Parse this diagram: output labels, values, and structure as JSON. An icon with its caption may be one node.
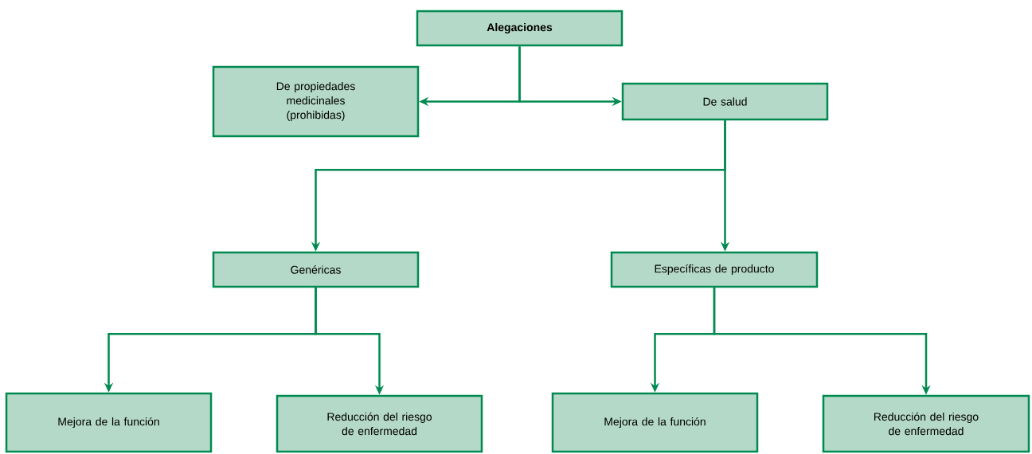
{
  "diagram": {
    "nodes": [
      {
        "text": [
          "Alegaciones"
        ]
      },
      {
        "text": [
          "De propiedades medicinales (prohibidas)"
        ]
      },
      {
        "text": [
          "De salud"
        ]
      },
      {
        "text": [
          "Genéricas"
        ]
      },
      {
        "text": [
          "Específicas de producto"
        ]
      },
      {
        "text": [
          "Mejora de la función"
        ]
      },
      {
        "text": [
          "Reducción del riesgo de enfermedad"
        ]
      },
      {
        "text": [
          "Mejora de la función"
        ]
      },
      {
        "text": [
          "Reducción del riesgo de enfermedad"
        ]
      }
    ],
    "edges": [
      {
        "from": 0,
        "to": 1,
        "arrow": "to"
      },
      {
        "from": 0,
        "to": 2,
        "arrow": "to"
      },
      {
        "from": 2,
        "to": 3,
        "arrow": "to"
      },
      {
        "from": 2,
        "to": 4,
        "arrow": "to"
      },
      {
        "from": 3,
        "to": 5,
        "arrow": "to"
      },
      {
        "from": 3,
        "to": 6,
        "arrow": "to"
      },
      {
        "from": 4,
        "to": 7,
        "arrow": "to"
      },
      {
        "from": 4,
        "to": 8,
        "arrow": "to"
      }
    ]
  }
}
